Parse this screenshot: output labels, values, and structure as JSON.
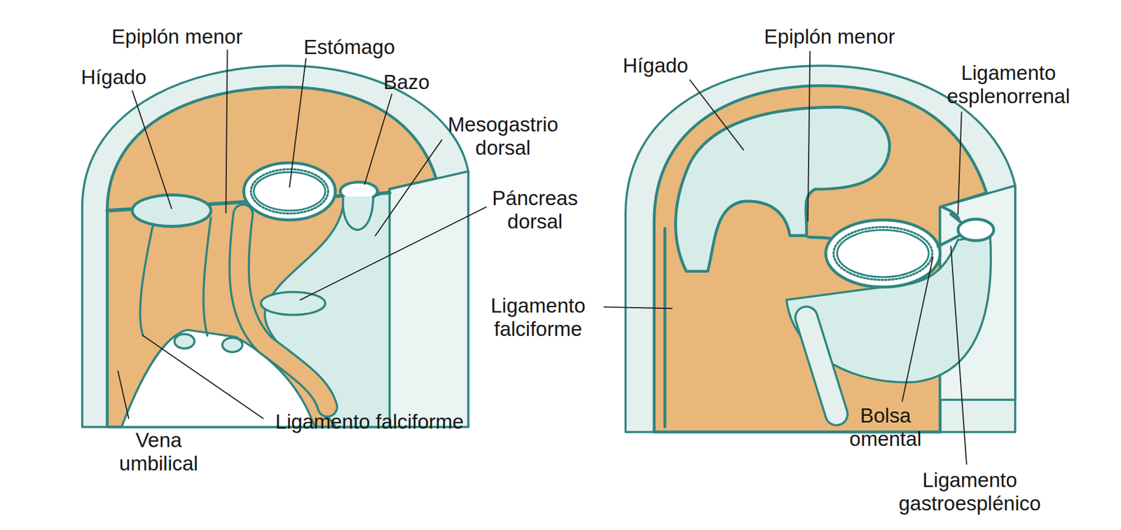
{
  "diagram": {
    "labels": [
      "Epiplón menor",
      "Estómago",
      "Hígado",
      "Bazo",
      "Mesogastrio dorsal",
      "Páncreas dorsal",
      "Vena umbilical",
      "Ligamento falciforme",
      "Epiplón menor",
      "Hígado",
      "Ligamento esplenorrenal",
      "Ligamento falciforme",
      "Bolsa omental",
      "Ligamento gastroesplénico"
    ]
  }
}
